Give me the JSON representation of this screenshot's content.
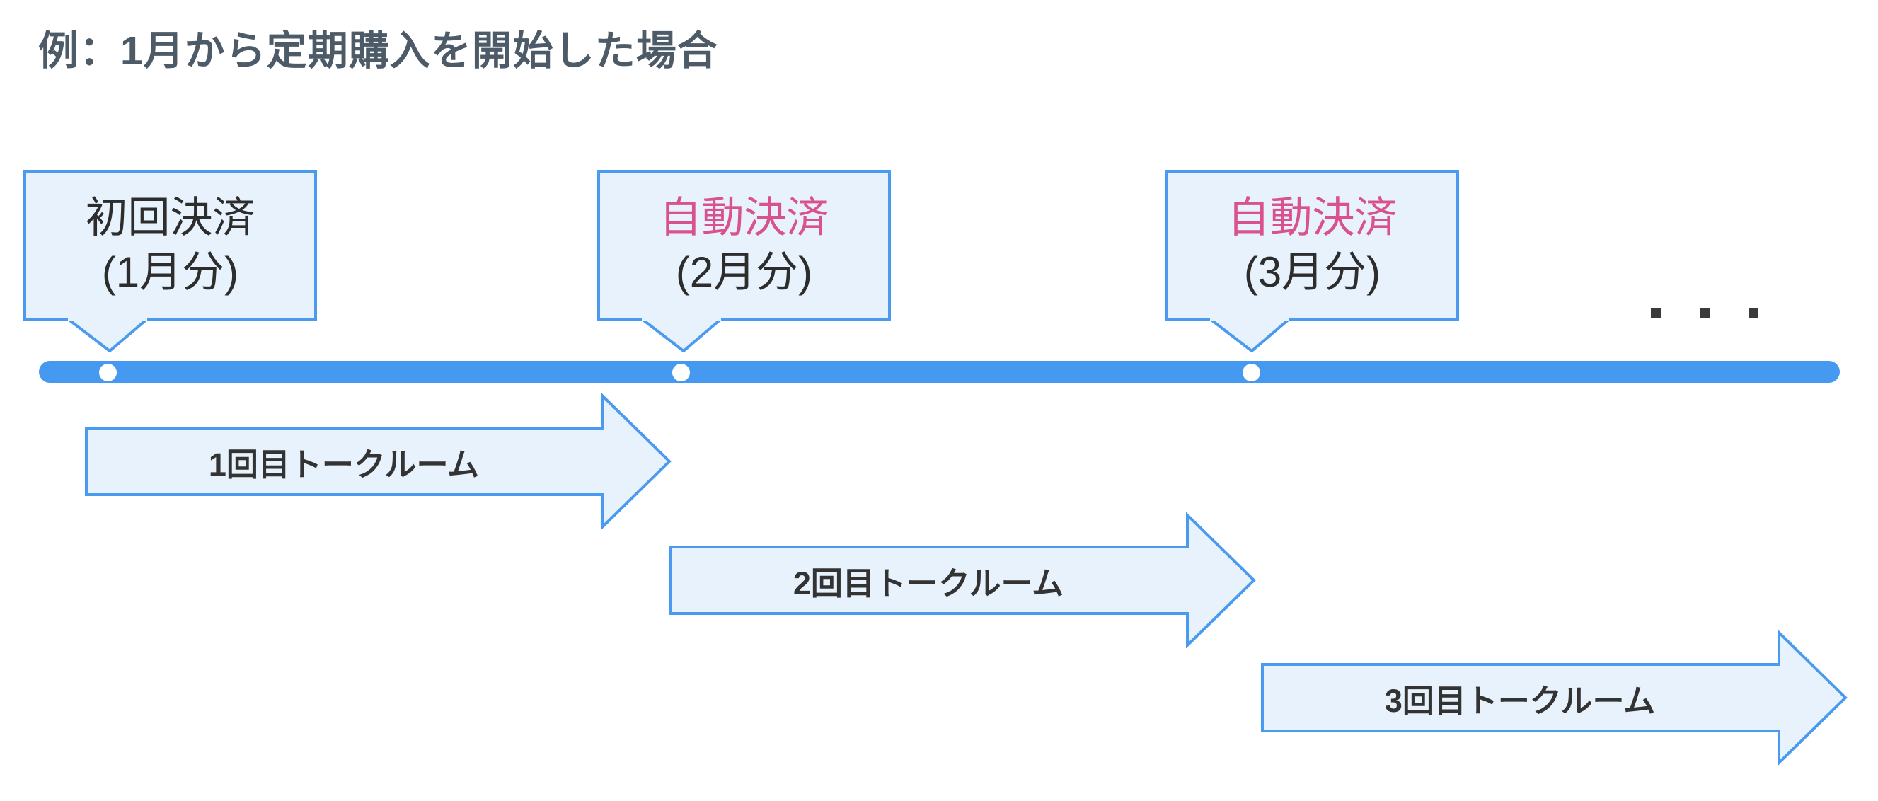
{
  "title": "例：1月から定期購入を開始した場合",
  "callouts": [
    {
      "line1": "初回決済",
      "line2": "(1月分)",
      "emphasized": false
    },
    {
      "line1": "自動決済",
      "line2": "(2月分)",
      "emphasized": true
    },
    {
      "line1": "自動決済",
      "line2": "(3月分)",
      "emphasized": true
    }
  ],
  "timeline": {
    "ellipsis": "・・・",
    "marker_count": 3
  },
  "arrows": [
    {
      "label": "1回目トークルーム"
    },
    {
      "label": "2回目トークルーム"
    },
    {
      "label": "3回目トークルーム"
    }
  ],
  "colors": {
    "timeline_blue": "#4699f0",
    "border_blue": "#4a9af0",
    "panel_fill": "#e7f2fc",
    "pink_accent": "#d9518f",
    "title_color": "#4d5a67",
    "text_dark": "#2d2d2d"
  }
}
